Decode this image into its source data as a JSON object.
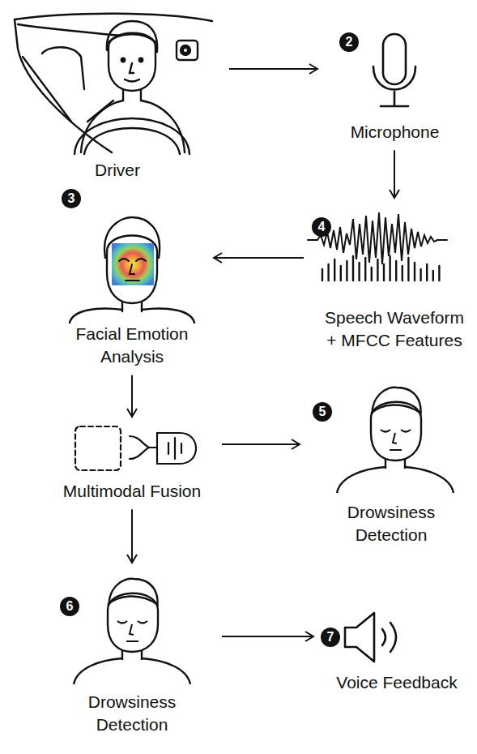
{
  "diagram": {
    "nodes": [
      {
        "text": [
          "Driver"
        ]
      },
      {
        "text": [
          "Microphone"
        ]
      },
      {
        "text": [
          "Facial Emotion Analysis"
        ]
      },
      {
        "text": [
          "Speech Waveform + MFCC Features"
        ]
      },
      {
        "text": [
          "Multimodal Fusion"
        ]
      },
      {
        "text": [
          "Drowsiness Detection"
        ]
      },
      {
        "text": [
          "Drowsiness Detection"
        ]
      },
      {
        "text": [
          "Voice Feedback"
        ]
      }
    ],
    "edges": [
      {
        "from": 0,
        "to": 1,
        "arrow": "to"
      },
      {
        "from": 1,
        "to": 3,
        "arrow": "to"
      },
      {
        "from": 3,
        "to": 2,
        "arrow": "to"
      },
      {
        "from": 2,
        "to": 4,
        "arrow": "to"
      },
      {
        "from": 4,
        "to": 5,
        "arrow": "to"
      },
      {
        "from": 4,
        "to": 6,
        "arrow": "to"
      },
      {
        "from": 6,
        "to": 7,
        "arrow": "to"
      }
    ],
    "labels": [
      "2",
      "3",
      "4",
      "5",
      "6",
      "7"
    ]
  }
}
